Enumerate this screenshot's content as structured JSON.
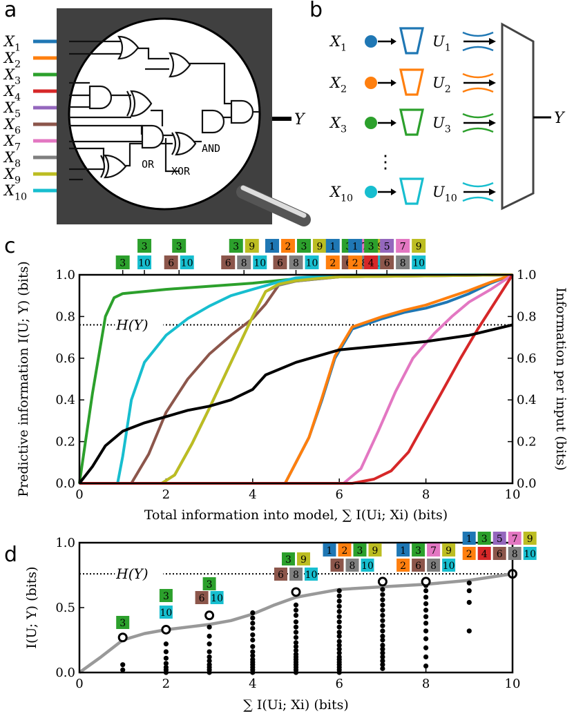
{
  "panel_labels": {
    "a": "a",
    "b": "b",
    "c": "c",
    "d": "d"
  },
  "colors": {
    "1": "#1f77b4",
    "2": "#ff7f0e",
    "3": "#2ca02c",
    "4": "#d62728",
    "5": "#9467bd",
    "6": "#8c564b",
    "7": "#e377c2",
    "8": "#7f7f7f",
    "9": "#bcbd22",
    "10": "#17becf",
    "total": "#000000",
    "points": "#999999"
  },
  "panel_a": {
    "inputs": [
      "X1",
      "X2",
      "X3",
      "X4",
      "X5",
      "X6",
      "X7",
      "X8",
      "X9",
      "X10"
    ],
    "output": "Y",
    "gate_labels": {
      "or": "OR",
      "xor": "XOR",
      "and": "AND"
    }
  },
  "panel_b": {
    "rows": [
      {
        "x": "X1",
        "u": "U1",
        "color_key": "1"
      },
      {
        "x": "X2",
        "u": "U2",
        "color_key": "2"
      },
      {
        "x": "X3",
        "u": "U3",
        "color_key": "3"
      },
      {
        "x": "X10",
        "u": "U10",
        "color_key": "10"
      }
    ],
    "ellipsis": "⋮",
    "output": "Y"
  },
  "chart_data": [
    {
      "type": "line",
      "panel": "c",
      "xlabel": "Total information into model, ∑ I(Ui; Xi) (bits)",
      "ylabel": "Predictive information I(U; Y) (bits)",
      "ylabel_right": "Information per input (bits)",
      "xlim": [
        0,
        10
      ],
      "ylim": [
        0,
        1
      ],
      "xticks": [
        0,
        2,
        4,
        6,
        8,
        10
      ],
      "yticks": [
        0.0,
        0.2,
        0.4,
        0.6,
        0.8,
        1.0
      ],
      "hline": {
        "y": 0.76,
        "label": "H(Y)"
      },
      "series": [
        {
          "key": "3",
          "x": [
            0,
            0.3,
            0.6,
            0.8,
            1.0,
            2.0,
            4.0,
            5.2,
            6.4,
            10
          ],
          "y": [
            0,
            0.43,
            0.8,
            0.89,
            0.91,
            0.93,
            0.96,
            0.985,
            0.995,
            1.0
          ]
        },
        {
          "key": "10",
          "x": [
            0,
            0.88,
            1.0,
            1.2,
            1.5,
            2.0,
            2.5,
            3.0,
            3.5,
            4.0,
            4.5,
            5.0,
            6.0,
            10
          ],
          "y": [
            0,
            0,
            0.13,
            0.4,
            0.58,
            0.71,
            0.79,
            0.85,
            0.9,
            0.93,
            0.96,
            0.985,
            0.998,
            1.0
          ]
        },
        {
          "key": "6",
          "x": [
            0,
            1.2,
            1.6,
            2.0,
            2.5,
            3.0,
            3.5,
            4.0,
            4.3,
            4.6,
            5.0,
            5.5,
            6.0,
            10
          ],
          "y": [
            0,
            0,
            0.14,
            0.34,
            0.5,
            0.62,
            0.71,
            0.79,
            0.86,
            0.95,
            0.97,
            0.98,
            0.99,
            1.0
          ]
        },
        {
          "key": "8",
          "x": [
            0,
            1.9,
            2.2,
            2.6,
            3.0,
            3.5,
            4.0,
            4.3,
            4.6,
            5.0,
            5.5,
            6.0,
            10
          ],
          "y": [
            0,
            0,
            0.04,
            0.19,
            0.36,
            0.58,
            0.8,
            0.92,
            0.95,
            0.97,
            0.98,
            0.99,
            1.0
          ]
        },
        {
          "key": "9",
          "x": [
            0,
            1.9,
            2.2,
            2.6,
            3.0,
            3.5,
            4.0,
            4.3,
            4.6,
            5.0,
            5.5,
            6.0,
            10
          ],
          "y": [
            0,
            0,
            0.04,
            0.19,
            0.36,
            0.58,
            0.8,
            0.92,
            0.955,
            0.972,
            0.982,
            0.99,
            1.0
          ]
        },
        {
          "key": "1",
          "x": [
            0,
            4.75,
            5.0,
            5.3,
            5.6,
            5.9,
            6.3,
            7.0,
            7.5,
            8.0,
            8.5,
            9.0,
            9.5,
            10
          ],
          "y": [
            0,
            0,
            0.1,
            0.22,
            0.4,
            0.6,
            0.74,
            0.79,
            0.82,
            0.84,
            0.87,
            0.91,
            0.96,
            1.0
          ]
        },
        {
          "key": "2",
          "x": [
            0,
            4.75,
            5.0,
            5.3,
            5.6,
            5.9,
            6.3,
            7.0,
            7.5,
            8.0,
            8.5,
            9.0,
            9.5,
            10
          ],
          "y": [
            0,
            0,
            0.1,
            0.22,
            0.41,
            0.61,
            0.75,
            0.8,
            0.83,
            0.855,
            0.89,
            0.925,
            0.965,
            1.0
          ]
        },
        {
          "key": "7",
          "x": [
            0,
            6.1,
            6.5,
            6.9,
            7.3,
            7.7,
            8.2,
            8.6,
            9.0,
            9.5,
            10
          ],
          "y": [
            0,
            0,
            0.07,
            0.25,
            0.44,
            0.6,
            0.72,
            0.8,
            0.87,
            0.93,
            1.0
          ]
        },
        {
          "key": "4",
          "x": [
            0,
            6.3,
            6.8,
            7.2,
            7.6,
            8.0,
            8.4,
            8.8,
            9.2,
            9.6,
            10
          ],
          "y": [
            0,
            0,
            0.02,
            0.06,
            0.15,
            0.3,
            0.45,
            0.6,
            0.74,
            0.87,
            1.0
          ]
        },
        {
          "key": "total",
          "x": [
            0,
            0.3,
            0.6,
            1.0,
            1.5,
            2.0,
            2.5,
            3.0,
            3.5,
            4.0,
            4.3,
            5.0,
            6.0,
            7.0,
            8.0,
            9.0,
            10
          ],
          "y": [
            0,
            0.08,
            0.18,
            0.25,
            0.29,
            0.32,
            0.35,
            0.37,
            0.4,
            0.45,
            0.52,
            0.58,
            0.64,
            0.66,
            0.68,
            0.71,
            0.76
          ]
        }
      ],
      "annotations": [
        {
          "x": 1.0,
          "rows": [
            [
              "3"
            ]
          ]
        },
        {
          "x": 1.5,
          "rows": [
            [
              "3"
            ],
            [
              "10"
            ]
          ]
        },
        {
          "x": 2.3,
          "rows": [
            [
              "3"
            ],
            [
              "6",
              "10"
            ]
          ]
        },
        {
          "x": 3.8,
          "rows": [
            [
              "3",
              "9"
            ],
            [
              "6",
              "8",
              "10"
            ]
          ]
        },
        {
          "x": 5.0,
          "rows": [
            [
              "1",
              "2",
              "3",
              "9"
            ],
            [
              "6",
              "8",
              "10"
            ]
          ]
        },
        {
          "x": 6.4,
          "rows": [
            [
              "1",
              "3",
              "7",
              "9"
            ],
            [
              "2",
              "6",
              "8",
              "10"
            ]
          ]
        },
        {
          "x": 7.1,
          "rows": [
            [
              "1",
              "3",
              "5",
              "7",
              "9"
            ],
            [
              "2",
              "4",
              "6",
              "8",
              "10"
            ]
          ]
        }
      ]
    },
    {
      "type": "scatter",
      "panel": "d",
      "xlabel": "∑ I(Ui; Xi) (bits)",
      "ylabel": "I(U; Y) (bits)",
      "xlim": [
        0,
        10
      ],
      "ylim": [
        0,
        1
      ],
      "xticks": [
        0,
        2,
        4,
        6,
        8,
        10
      ],
      "yticks": [
        0.0,
        0.5,
        1.0
      ],
      "hline": {
        "y": 0.76,
        "label": "H(Y)"
      },
      "curve": {
        "x": [
          0,
          0.5,
          1.0,
          1.5,
          2.0,
          2.5,
          3.0,
          3.5,
          4.0,
          4.5,
          5.0,
          5.5,
          6.0,
          7.0,
          8.0,
          9.0,
          10
        ],
        "y": [
          0,
          0.12,
          0.25,
          0.3,
          0.33,
          0.35,
          0.37,
          0.4,
          0.45,
          0.52,
          0.58,
          0.61,
          0.64,
          0.66,
          0.68,
          0.71,
          0.76
        ]
      },
      "optimal_points": [
        {
          "x": 1,
          "y": 0.27
        },
        {
          "x": 2,
          "y": 0.33
        },
        {
          "x": 3,
          "y": 0.44
        },
        {
          "x": 5,
          "y": 0.62
        },
        {
          "x": 7,
          "y": 0.7
        },
        {
          "x": 8,
          "y": 0.7
        },
        {
          "x": 10,
          "y": 0.76
        }
      ],
      "other_points": [
        {
          "x": 1,
          "ys": [
            0.02,
            0.06
          ]
        },
        {
          "x": 2,
          "ys": [
            0.0,
            0.02,
            0.04,
            0.07,
            0.11,
            0.16,
            0.22
          ]
        },
        {
          "x": 3,
          "ys": [
            0.0,
            0.02,
            0.04,
            0.06,
            0.09,
            0.12,
            0.16,
            0.22,
            0.28,
            0.35
          ]
        },
        {
          "x": 4,
          "ys": [
            0.0,
            0.02,
            0.04,
            0.06,
            0.08,
            0.1,
            0.13,
            0.16,
            0.2,
            0.25,
            0.29,
            0.34,
            0.38,
            0.42,
            0.46
          ]
        },
        {
          "x": 5,
          "ys": [
            0.0,
            0.02,
            0.04,
            0.06,
            0.08,
            0.1,
            0.12,
            0.14,
            0.17,
            0.2,
            0.23,
            0.27,
            0.31,
            0.35,
            0.39,
            0.44,
            0.48,
            0.52
          ]
        },
        {
          "x": 6,
          "ys": [
            0.0,
            0.02,
            0.04,
            0.06,
            0.08,
            0.1,
            0.12,
            0.15,
            0.18,
            0.21,
            0.24,
            0.28,
            0.31,
            0.35,
            0.39,
            0.43,
            0.47,
            0.51,
            0.55,
            0.59,
            0.63
          ]
        },
        {
          "x": 7,
          "ys": [
            0.03,
            0.06,
            0.09,
            0.12,
            0.15,
            0.18,
            0.21,
            0.25,
            0.28,
            0.32,
            0.36,
            0.4,
            0.44,
            0.48,
            0.52,
            0.56,
            0.6,
            0.64
          ]
        },
        {
          "x": 8,
          "ys": [
            0.05,
            0.12,
            0.19,
            0.26,
            0.32,
            0.38,
            0.43,
            0.48,
            0.53,
            0.58,
            0.63,
            0.67
          ]
        },
        {
          "x": 9,
          "ys": [
            0.32,
            0.54,
            0.63,
            0.69
          ]
        }
      ],
      "annotations": [
        {
          "x": 1.0,
          "rows": [
            [
              "3"
            ]
          ]
        },
        {
          "x": 2.0,
          "rows": [
            [
              "3"
            ],
            [
              "10"
            ]
          ]
        },
        {
          "x": 3.0,
          "rows": [
            [
              "3"
            ],
            [
              "6",
              "10"
            ]
          ]
        },
        {
          "x": 5.0,
          "rows": [
            [
              "3",
              "9"
            ],
            [
              "6",
              "8",
              "10"
            ]
          ]
        },
        {
          "x": 6.3,
          "rows": [
            [
              "1",
              "2",
              "3",
              "9"
            ],
            [
              "6",
              "8",
              "10"
            ]
          ]
        },
        {
          "x": 8.0,
          "rows": [
            [
              "1",
              "3",
              "7",
              "9"
            ],
            [
              "2",
              "6",
              "8",
              "10"
            ]
          ]
        },
        {
          "x": 9.7,
          "rows": [
            [
              "1",
              "3",
              "5",
              "7",
              "9"
            ],
            [
              "2",
              "4",
              "6",
              "8",
              "10"
            ]
          ]
        }
      ]
    }
  ]
}
